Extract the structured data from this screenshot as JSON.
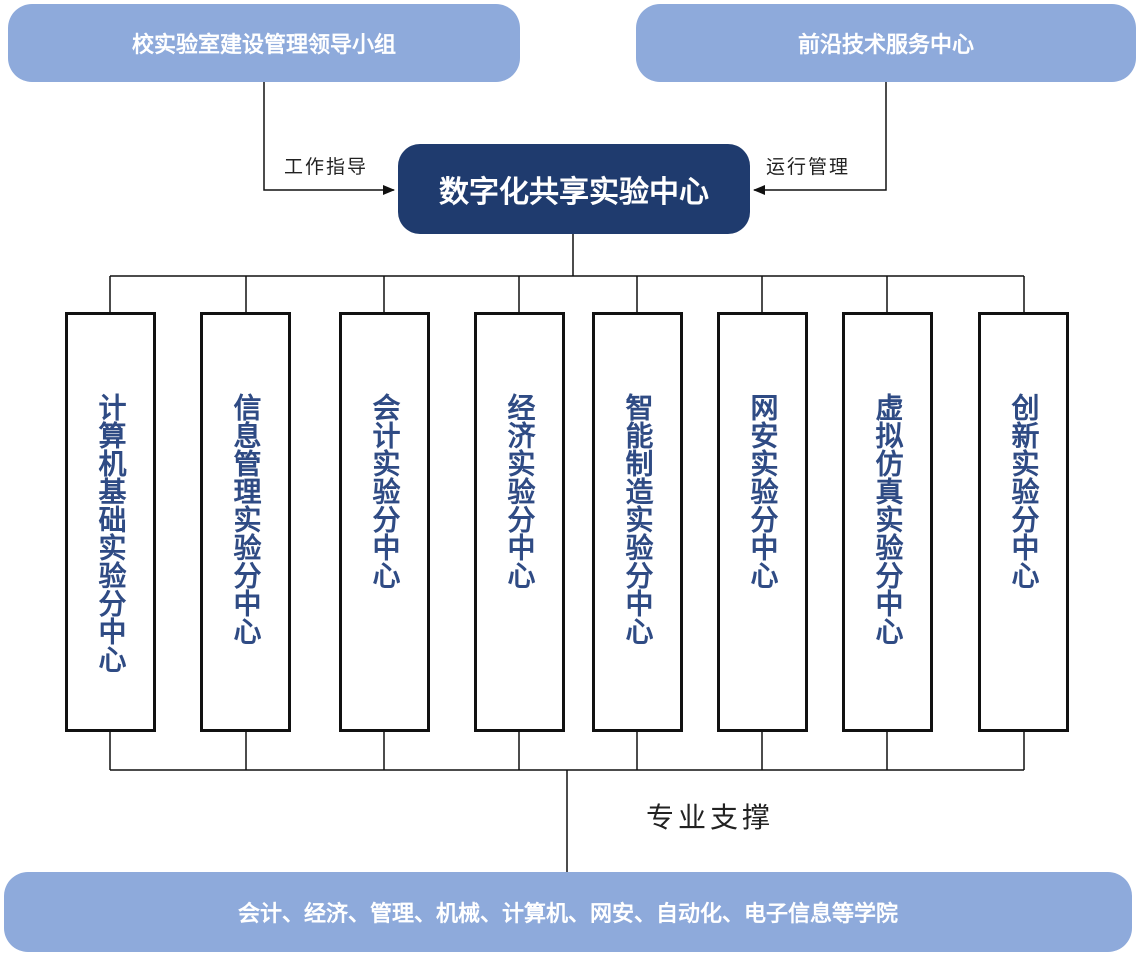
{
  "top_left": {
    "label": "校实验室建设管理领导小组"
  },
  "top_right": {
    "label": "前沿技术服务中心"
  },
  "center": {
    "label": "数字化共享实验中心"
  },
  "edge_labels": {
    "guidance": "工作指导",
    "operations": "运行管理",
    "support": "专业支撑"
  },
  "sub_centers": [
    {
      "label": "计算机基础实验分中心"
    },
    {
      "label": "信息管理实验分中心"
    },
    {
      "label": "会计实验分中心"
    },
    {
      "label": "经济实验分中心"
    },
    {
      "label": "智能制造实验分中心"
    },
    {
      "label": "网安实验分中心"
    },
    {
      "label": "虚拟仿真实验分中心"
    },
    {
      "label": "创新实验分中心"
    }
  ],
  "bottom": {
    "label": "会计、经济、管理、机械、计算机、网安、自动化、电子信息等学院"
  },
  "colors": {
    "light_box": "#8eaadb",
    "center_box": "#1f3b6e",
    "sub_text": "#2f4b84",
    "line": "#111111"
  }
}
